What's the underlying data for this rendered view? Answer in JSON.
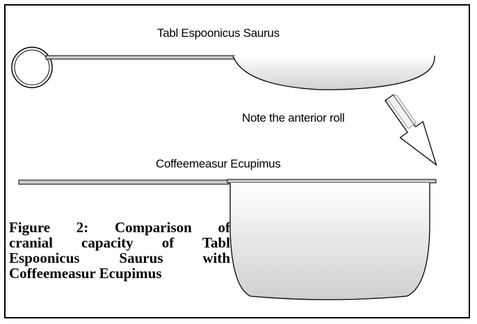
{
  "diagram": {
    "spoon1_label": "Tabl Espoonicus Saurus",
    "spoon2_label": "Coffeemeasur Ecupimus",
    "note": "Note the anterior roll",
    "caption_lines": [
      "Figure 2: Comparison of",
      "cranial capacity of Tabl",
      "Espoonicus Saurus with",
      "Coffeemeasur Ecupimus"
    ]
  }
}
